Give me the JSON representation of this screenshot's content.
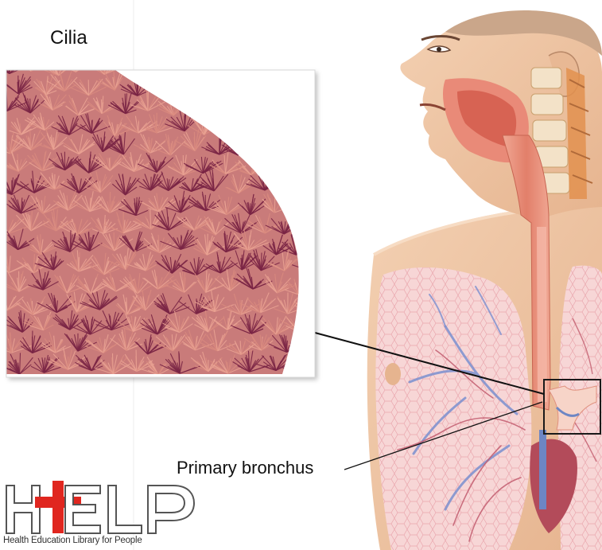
{
  "labels": {
    "cilia": "Cilia",
    "primary_bronchus": "Primary bronchus"
  },
  "logo": {
    "letters": "HELP",
    "tagline": "Health Education Library for People",
    "cross_color": "#e0261f",
    "letter_color": "#ffffff",
    "outline_color": "#555555"
  },
  "colors": {
    "cilia_light": "#e9a293",
    "cilia_dark": "#7a2545",
    "skin": "#efc7a4",
    "lung": "#f6d3d3",
    "vessel_blue": "#6d86c4",
    "trachea": "#e98a78"
  }
}
